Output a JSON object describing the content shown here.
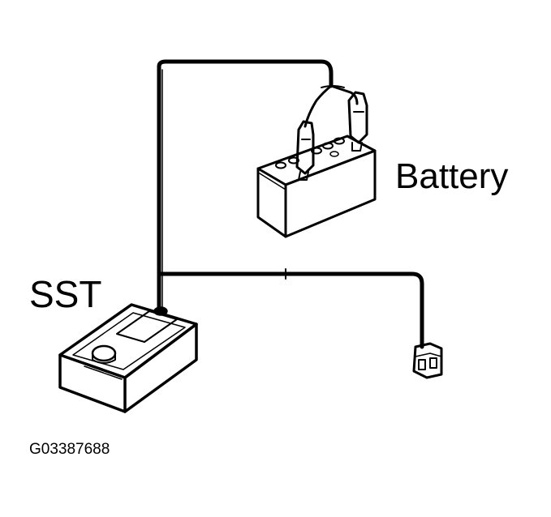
{
  "labels": {
    "battery": "Battery",
    "sst": "SST",
    "figure_code": "G03387688"
  },
  "colors": {
    "ink": "#000000",
    "paper": "#ffffff"
  }
}
